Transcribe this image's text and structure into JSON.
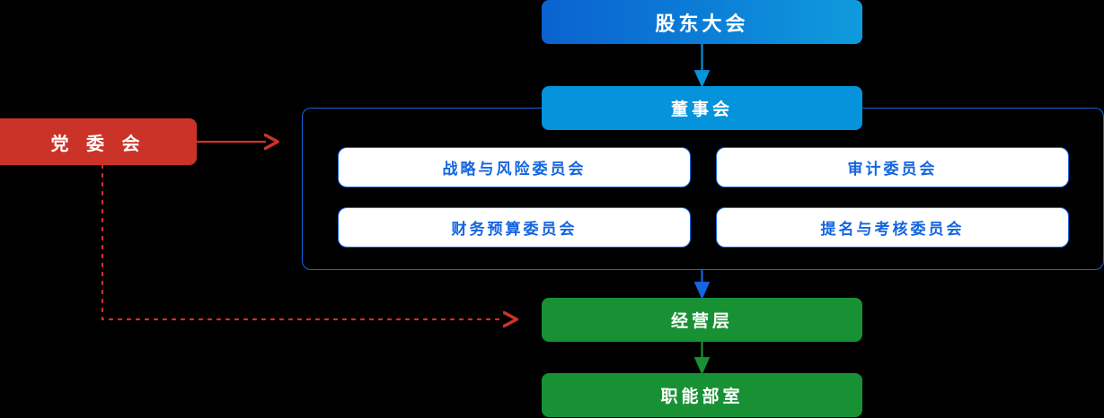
{
  "diagram": {
    "title_node": {
      "label": "股东大会",
      "color": "#0a62d0"
    },
    "board_node": {
      "label": "董事会",
      "color": "#0593dc"
    },
    "party_node": {
      "label": "党 委 会",
      "color": "#cc3328"
    },
    "management_node": {
      "label": "经营层",
      "color": "#189135"
    },
    "departments_node": {
      "label": "职能部室",
      "color": "#189135"
    },
    "committees": [
      {
        "label": "战略与风险委员会"
      },
      {
        "label": "审计委员会"
      },
      {
        "label": "财务预算委员会"
      },
      {
        "label": "提名与考核委员会"
      }
    ],
    "connectors": {
      "shareholders_to_board": "arrow-down-blue",
      "board_to_management": "arrow-down-blue-dark",
      "management_to_departments": "arrow-down-green",
      "party_to_board": "arrow-right-red-solid",
      "party_to_management": "arrow-right-red-dotted"
    },
    "colors": {
      "accent_blue": "#1565e0",
      "light_blue": "#0593dc",
      "gradient_start": "#0a62d0",
      "gradient_end": "#0f9bdd",
      "green": "#189135",
      "red": "#cc3328",
      "background": "#000000",
      "committee_fill": "#ffffff"
    }
  }
}
